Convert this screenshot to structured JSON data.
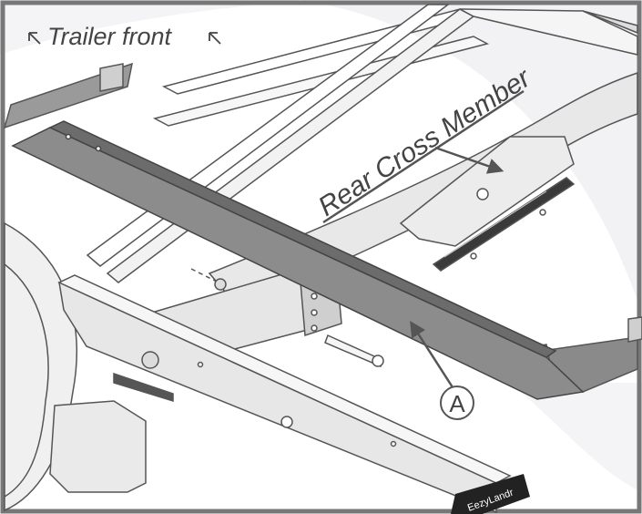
{
  "labels": {
    "orientation": "Trailer front",
    "cross_member": "Rear Cross Member",
    "callout_a": "A",
    "brand_plate": "EezyLandr"
  },
  "colors": {
    "frame_outline": "#666666",
    "cross_member_fill": "#8c8c8c",
    "cross_member_dark": "#5e5e5e",
    "light_part": "#e9e9e9",
    "background_swirl": "#f1f1f4",
    "arrow": "#555555"
  },
  "icons": [
    "arrow-up-left-icon",
    "arrow-up-left-icon"
  ]
}
